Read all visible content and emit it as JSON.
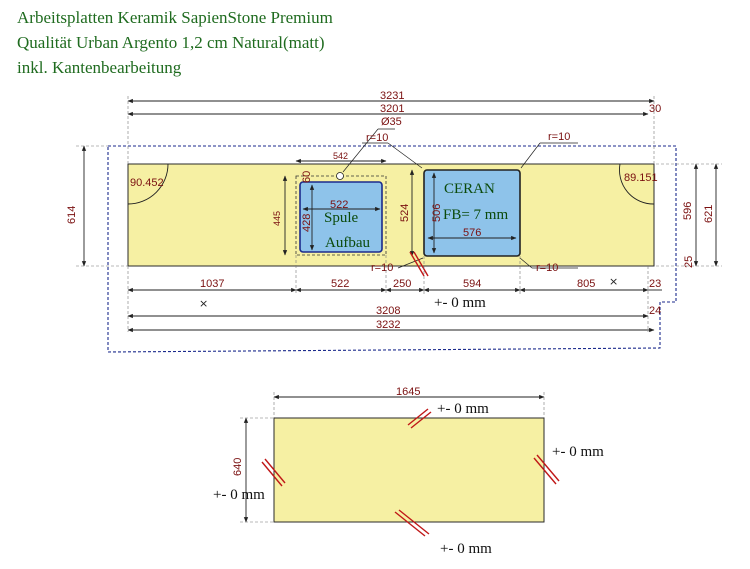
{
  "header": {
    "line1": "Arbeitsplatten Keramik SapienStone Premium",
    "line2": "Qualität Urban Argento 1,2 cm Natural(matt)",
    "line3": "inkl. Kantenbearbeitung"
  },
  "colors": {
    "slab": "#f6f0a3",
    "cutout": "#8ec3ea",
    "frame": "#1b2a8c",
    "dimension_text": "#7a1010",
    "edge_mark": "#c01818",
    "header_text": "#1f6b1f"
  },
  "upper_plate": {
    "top_dims": {
      "overall": "3231",
      "length": "3201",
      "right_offset": "30"
    },
    "left_height": "614",
    "right_dims": {
      "inner": "596",
      "outer": "621",
      "small": "25"
    },
    "angles": {
      "left": "90.452",
      "right": "89.151"
    },
    "sink": {
      "label_line1": "Spule",
      "label_line2": "Aufbau",
      "outer_width": "542",
      "inner_width": "522",
      "outer_height": "445",
      "inner_height": "428",
      "top_offset": "60",
      "hole": "Ø35",
      "radius": "r=10"
    },
    "cooktop": {
      "label_line1": "CERAN",
      "label_line2": "FB= 7 mm",
      "width": "576",
      "height": "506",
      "depth": "524",
      "radius_top": "r=10",
      "radius_bottom_left": "r=10",
      "radius_bottom_right": "r=10"
    },
    "bottom_dims": [
      "1037",
      "522",
      "250",
      "594",
      "805",
      "23"
    ],
    "total_length": "3208",
    "overall_length": "3232",
    "right_small": "24",
    "tolerance": "+- 0 mm"
  },
  "lower_plate": {
    "width": "1645",
    "height": "640",
    "tol_top": "+- 0 mm",
    "tol_left": "+- 0 mm",
    "tol_right": "+- 0 mm",
    "tol_bottom": "+- 0 mm"
  }
}
